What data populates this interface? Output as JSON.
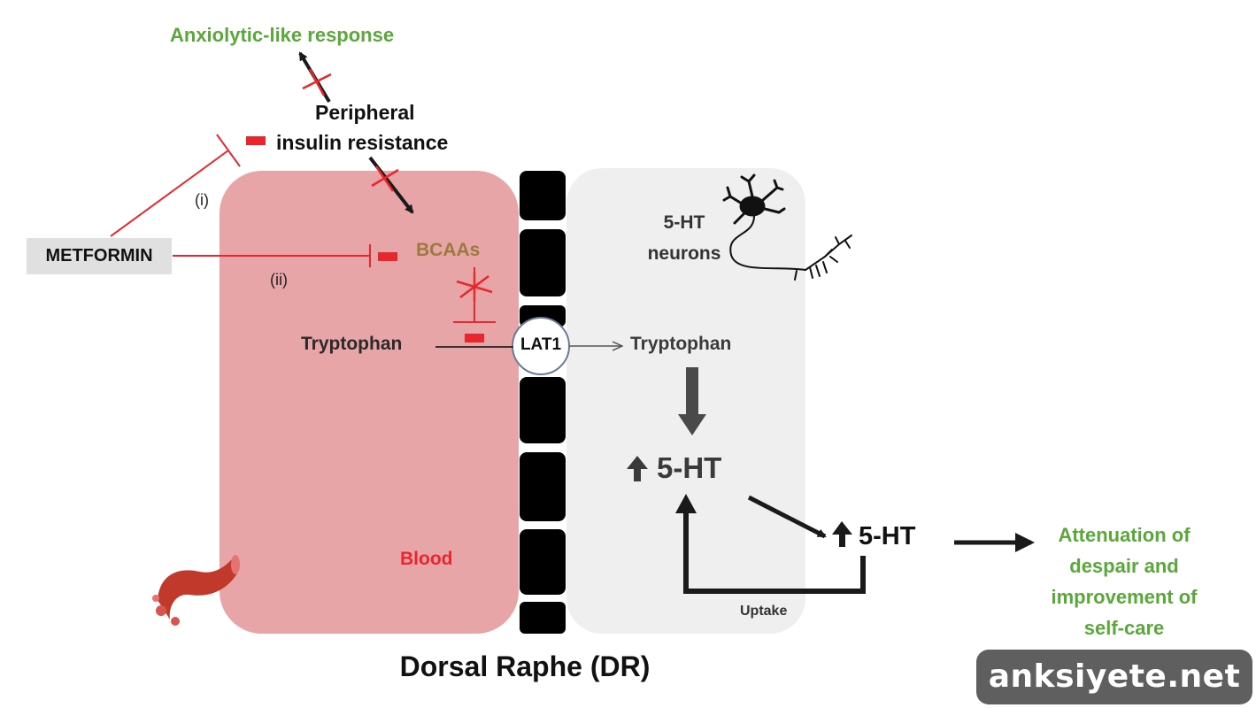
{
  "labels": {
    "anxiolytic": "Anxiolytic-like response",
    "peripheral_line1": "Peripheral",
    "peripheral_line2": "insulin resistance",
    "roman_i": "(i)",
    "roman_ii": "(ii)",
    "metformin": "METFORMIN",
    "bcaas": "BCAAs",
    "tryptophan_blood": "Tryptophan",
    "lat1": "LAT1",
    "tryptophan_brain": "Tryptophan",
    "neurons_line1": "5-HT",
    "neurons_line2": "neurons",
    "serotonin_inner": "5-HT",
    "serotonin_outer": "5-HT",
    "uptake": "Uptake",
    "outcome_line1": "Attenuation of",
    "outcome_line2": "despair and",
    "outcome_line3": "improvement of",
    "outcome_line4": "self-care",
    "blood": "Blood",
    "region": "Dorsal Raphe (DR)"
  },
  "watermark": "anksiyete.net",
  "colors": {
    "green": "#5aa83a",
    "red": "#e8262b",
    "brown": "#9b7a3c",
    "blood_panel": "#e8a5a8",
    "brain_panel": "#efefef",
    "dark": "#1a1a1a",
    "grey_label": "#e0e0e0"
  }
}
